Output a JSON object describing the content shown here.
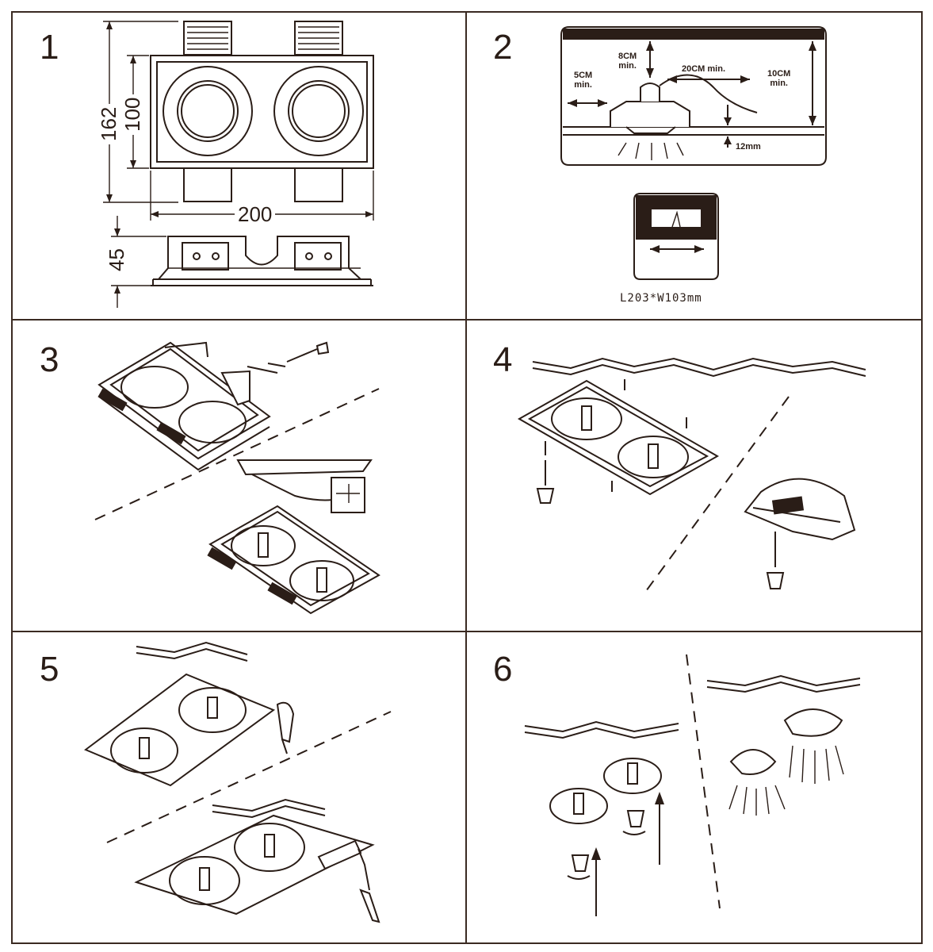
{
  "steps": [
    "1",
    "2",
    "3",
    "4",
    "5",
    "6"
  ],
  "step1": {
    "dim_162": "162",
    "dim_100": "100",
    "dim_200": "200",
    "dim_45": "45"
  },
  "step2": {
    "label_5cm": "5CM\nmin.",
    "label_8cm": "8CM\nmin.",
    "label_20cm": "20CM min.",
    "label_10cm": "10CM\nmin.",
    "label_12mm": "12mm",
    "cutout": "L203*W103mm"
  },
  "colors": {
    "line": "#2a1d17",
    "background": "#ffffff"
  }
}
